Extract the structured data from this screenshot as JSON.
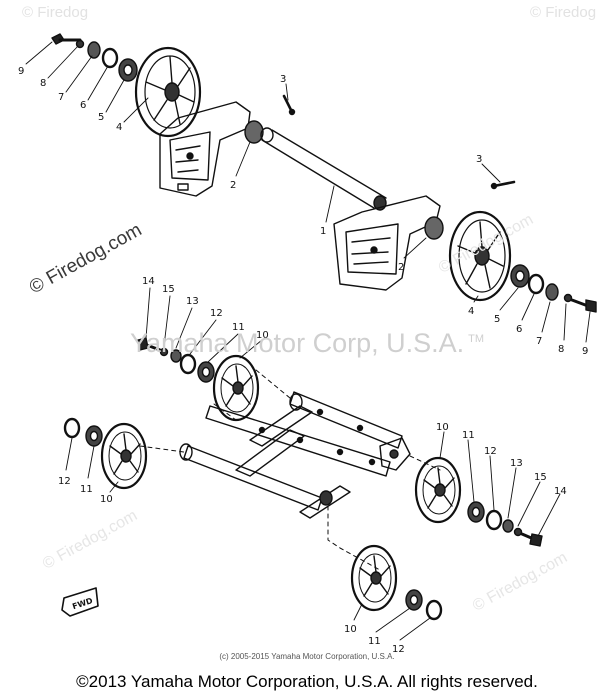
{
  "watermark": {
    "corner_text": "© Firedog",
    "diagonal_text": "© Firedog.com",
    "faint_text": "© Firedog.com",
    "main_text": "Yamaha Motor Corp, U.S.A.",
    "trademark": "TM"
  },
  "diagram": {
    "fwd_label": "FWD",
    "callouts": {
      "c1": "1",
      "c2a": "2",
      "c2b": "2",
      "c3a": "3",
      "c3b": "3",
      "c4a": "4",
      "c4b": "4",
      "c5a": "5",
      "c5b": "5",
      "c6a": "6",
      "c6b": "6",
      "c7a": "7",
      "c7b": "7",
      "c8a": "8",
      "c8b": "8",
      "c9a": "9",
      "c9b": "9",
      "c10a": "10",
      "c10b": "10",
      "c10c": "10",
      "c10d": "10",
      "c11a": "11",
      "c11b": "11",
      "c11c": "11",
      "c11d": "11",
      "c12a": "12",
      "c12b": "12",
      "c12c": "12",
      "c12d": "12",
      "c13a": "13",
      "c13b": "13",
      "c14a": "14",
      "c14b": "14",
      "c15a": "15",
      "c15b": "15"
    }
  },
  "fine_print": "(c) 2005-2015 Yamaha Motor Corporation, U.S.A.",
  "footer": "©2013 Yamaha Motor Corporation, U.S.A. All rights reserved."
}
